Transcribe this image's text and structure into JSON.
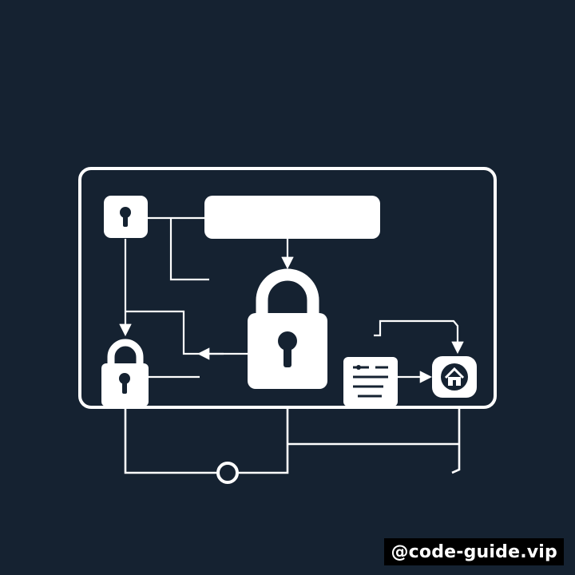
{
  "diagram": {
    "nodes": [
      {
        "name": "small-keyhole-lock",
        "icon": "keyhole-icon"
      },
      {
        "name": "blank-input-bar",
        "icon": "text-field"
      },
      {
        "name": "central-padlock",
        "icon": "padlock-icon"
      },
      {
        "name": "lower-left-padlock",
        "icon": "padlock-icon"
      },
      {
        "name": "document-card",
        "icon": "document-icon"
      },
      {
        "name": "home-node",
        "icon": "home-icon"
      },
      {
        "name": "junction-node",
        "icon": "circle-node"
      }
    ],
    "colors": {
      "background": "#152231",
      "stroke": "#ffffff",
      "icon_detail": "#152231"
    }
  },
  "watermark": {
    "text": "@code-guide.vip"
  }
}
